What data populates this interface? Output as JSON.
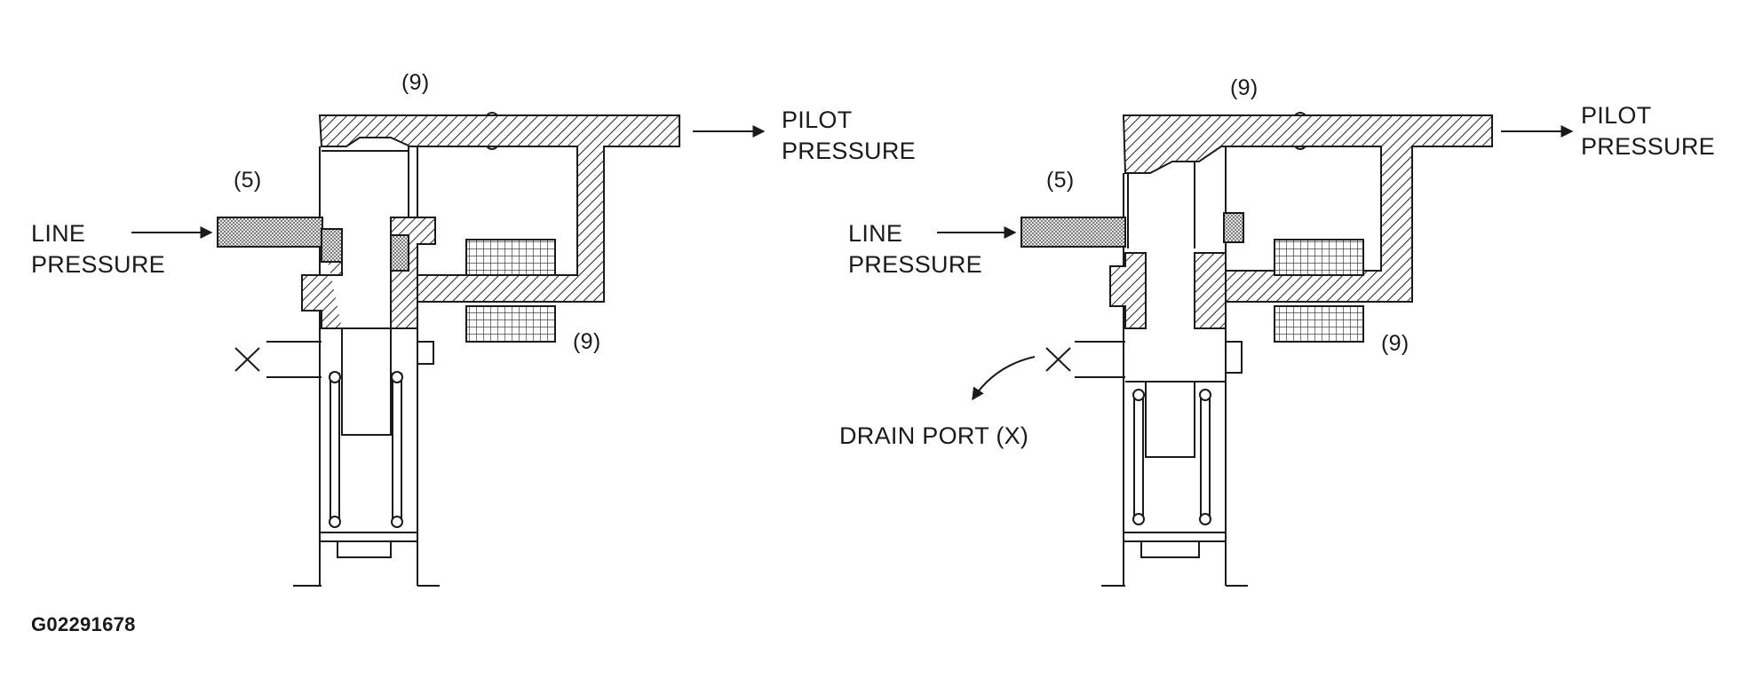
{
  "left_view": {
    "callout_top": "(9)",
    "callout_solenoid": "(9)",
    "callout_inlet": "(5)",
    "line_label_1": "LINE",
    "line_label_2": "PRESSURE",
    "pilot_label_1": "PILOT",
    "pilot_label_2": "PRESSURE",
    "drain_mark": "X"
  },
  "right_view": {
    "callout_top": "(9)",
    "callout_solenoid": "(9)",
    "callout_inlet": "(5)",
    "line_label_1": "LINE",
    "line_label_2": "PRESSURE",
    "pilot_label_1": "PILOT",
    "pilot_label_2": "PRESSURE",
    "drain_mark": "X",
    "drain_label": "DRAIN PORT (X)"
  },
  "figure_code": "G02291678",
  "colors": {
    "ink": "#1a1a1a",
    "hatch": "#222222",
    "dots": "#333333",
    "background": "#ffffff"
  }
}
